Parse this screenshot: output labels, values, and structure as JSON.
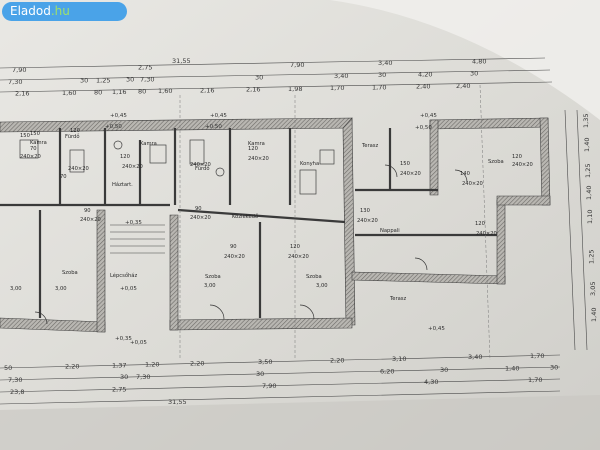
{
  "brand": {
    "part1": "Eladod",
    "part2": ".hu",
    "color": "#4aa3e8",
    "accent": "#9fe06b"
  },
  "watermark": {
    "top": "",
    "bottom": ""
  },
  "dims_top_total": "31,55",
  "dims_top_row1": [
    "7,90",
    "2,75",
    "7,90",
    "3,40",
    "4,80"
  ],
  "dims_top_row2": [
    "7,30",
    "30",
    "1,25",
    "30",
    "7,30",
    "30",
    "3,40",
    "30",
    "4,20",
    "30"
  ],
  "dims_top_row3": [
    "2,16",
    "1,60",
    "80",
    "1,16",
    "80",
    "1,60",
    "2,16",
    "2,16",
    "1,98",
    "1,70",
    "1,70",
    "2,40",
    "2,40"
  ],
  "dims_bottom_row1": [
    "50",
    "2,20",
    "1,37",
    "1,20",
    "2,20",
    "3,50",
    "2,20",
    "3,10",
    "3,40",
    "1,70"
  ],
  "dims_bottom_row2": [
    "7,30",
    "30",
    "7,30",
    "30",
    "6,20",
    "30",
    "1,40",
    "30"
  ],
  "dims_bottom_row3": [
    "23,8",
    "2,75",
    "7,90",
    "4,30",
    "1,70"
  ],
  "dims_bottom_total": "31,55",
  "dims_right": [
    "1,35",
    "1,40",
    "1,25",
    "1,40",
    "1,10",
    "1,25",
    "3,05",
    "1,40"
  ],
  "levels": [
    "+0,45",
    "+0,50",
    "+0,45",
    "+0,50",
    "+0,45",
    "+0,50",
    "+0,35",
    "+0,05",
    "+0,05",
    "+0,35",
    "+0,45"
  ],
  "rooms": [
    {
      "name": "Kamra"
    },
    {
      "name": "Fürdő"
    },
    {
      "name": "Háztart."
    },
    {
      "name": "Kamra"
    },
    {
      "name": "Fürdő"
    },
    {
      "name": "Kamra"
    },
    {
      "name": "Konyha"
    },
    {
      "name": "Terasz"
    },
    {
      "name": "Szoba"
    },
    {
      "name": "Közlekedő"
    },
    {
      "name": "Nappali"
    },
    {
      "name": "Szoba"
    },
    {
      "name": "Lépcsőház"
    },
    {
      "name": "Szoba"
    },
    {
      "name": "Szoba"
    },
    {
      "name": "Terasz"
    }
  ],
  "door_labels": [
    "150",
    "70",
    "240×20",
    "120",
    "240×20",
    "150",
    "70",
    "240×20",
    "90",
    "240×20",
    "90",
    "240×20",
    "120",
    "240×20",
    "120",
    "240×20",
    "90",
    "240×20",
    "120",
    "240×20",
    "150",
    "240×20",
    "140",
    "240×20",
    "120",
    "240×20",
    "120",
    "240×20",
    "130",
    "240×20"
  ],
  "room_dims": [
    "3,00",
    "3,00",
    "3,00",
    "3,00"
  ]
}
